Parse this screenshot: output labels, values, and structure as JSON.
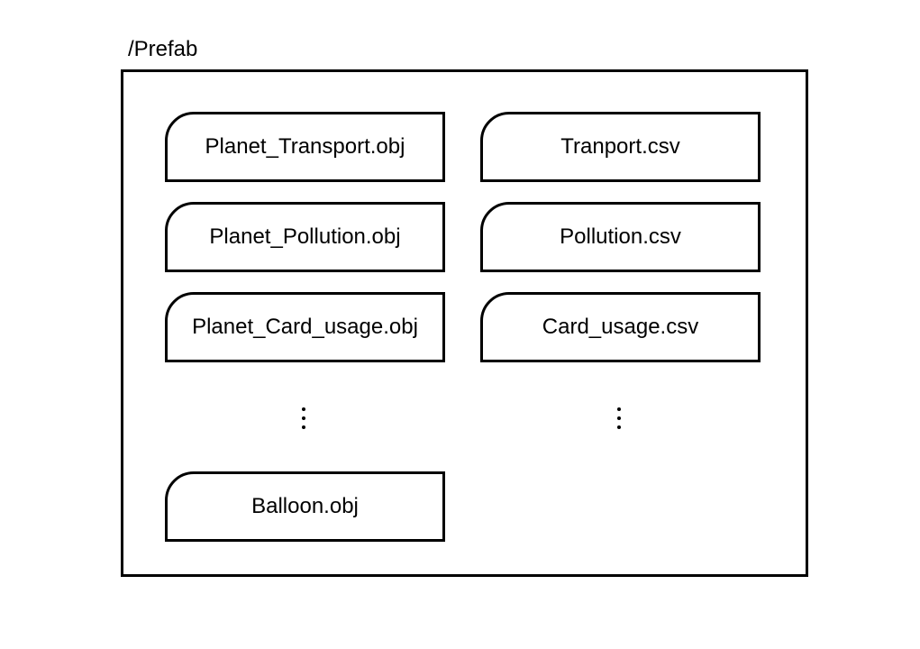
{
  "folder": {
    "path": "/Prefab"
  },
  "left_column": {
    "files": [
      "Planet_Transport.obj",
      "Planet_Pollution.obj",
      "Planet_Card_usage.obj"
    ],
    "more_indicator": "⋮",
    "last_file": "Balloon.obj"
  },
  "right_column": {
    "files": [
      "Tranport.csv",
      "Pollution.csv",
      "Card_usage.csv"
    ],
    "more_indicator": "⋮"
  }
}
